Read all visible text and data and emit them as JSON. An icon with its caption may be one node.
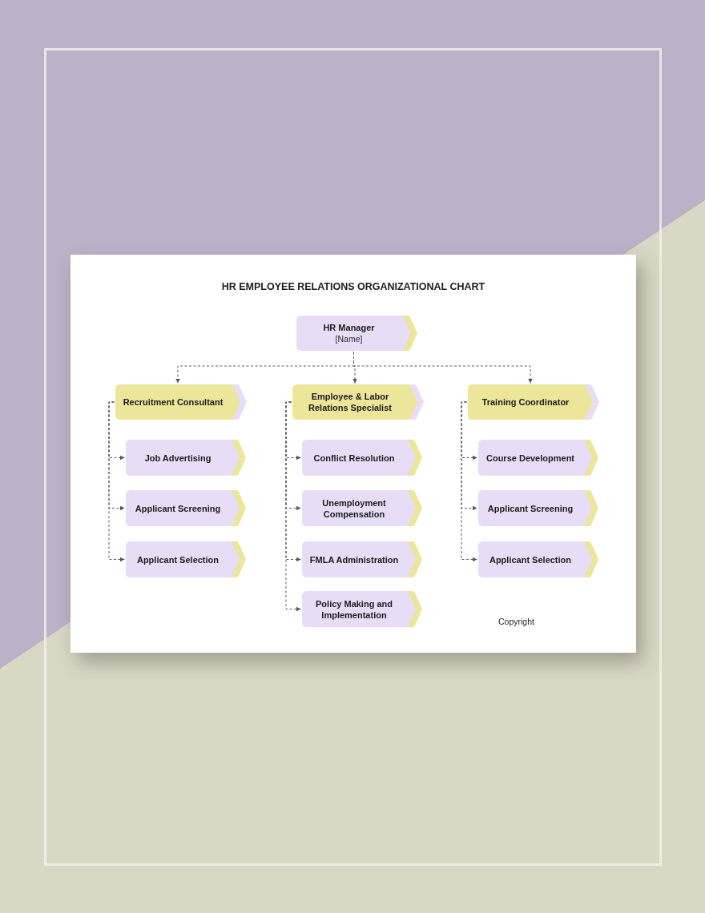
{
  "diagram": {
    "title": "HR EMPLOYEE RELATIONS ORGANIZATIONAL CHART",
    "nodes": [
      {
        "text": [
          "HR Manager",
          "[Name]"
        ]
      },
      {
        "text": [
          "Recruitment Consultant"
        ]
      },
      {
        "text": [
          "Employee & Labor Relations Specialist"
        ]
      },
      {
        "text": [
          "Training Coordinator"
        ]
      },
      {
        "text": [
          "Job Advertising"
        ]
      },
      {
        "text": [
          "Applicant Screening"
        ]
      },
      {
        "text": [
          "Applicant Selection"
        ]
      },
      {
        "text": [
          "Conflict Resolution"
        ]
      },
      {
        "text": [
          "Unemployment Compensation"
        ]
      },
      {
        "text": [
          "FMLA Administration"
        ]
      },
      {
        "text": [
          "Policy Making and Implementation"
        ]
      },
      {
        "text": [
          "Course Development"
        ]
      },
      {
        "text": [
          "Applicant Screening"
        ]
      },
      {
        "text": [
          "Applicant Selection"
        ]
      }
    ],
    "edges": [
      {
        "from": 0,
        "to": 1,
        "arrow": "to",
        "style": "dashed"
      },
      {
        "from": 0,
        "to": 2,
        "arrow": "to",
        "style": "dashed"
      },
      {
        "from": 0,
        "to": 3,
        "arrow": "to",
        "style": "dashed"
      },
      {
        "from": 1,
        "to": 4,
        "arrow": "to",
        "style": "dashed"
      },
      {
        "from": 1,
        "to": 5,
        "arrow": "to",
        "style": "dashed"
      },
      {
        "from": 1,
        "to": 6,
        "arrow": "to",
        "style": "dashed"
      },
      {
        "from": 2,
        "to": 7,
        "arrow": "to",
        "style": "dashed"
      },
      {
        "from": 2,
        "to": 8,
        "arrow": "to",
        "style": "dashed"
      },
      {
        "from": 2,
        "to": 9,
        "arrow": "to",
        "style": "dashed"
      },
      {
        "from": 2,
        "to": 10,
        "arrow": "to",
        "style": "dashed"
      },
      {
        "from": 3,
        "to": 11,
        "arrow": "to",
        "style": "dashed"
      },
      {
        "from": 3,
        "to": 12,
        "arrow": "to",
        "style": "dashed"
      },
      {
        "from": 3,
        "to": 13,
        "arrow": "to",
        "style": "dashed"
      }
    ],
    "labels": [
      "Copyright"
    ]
  }
}
